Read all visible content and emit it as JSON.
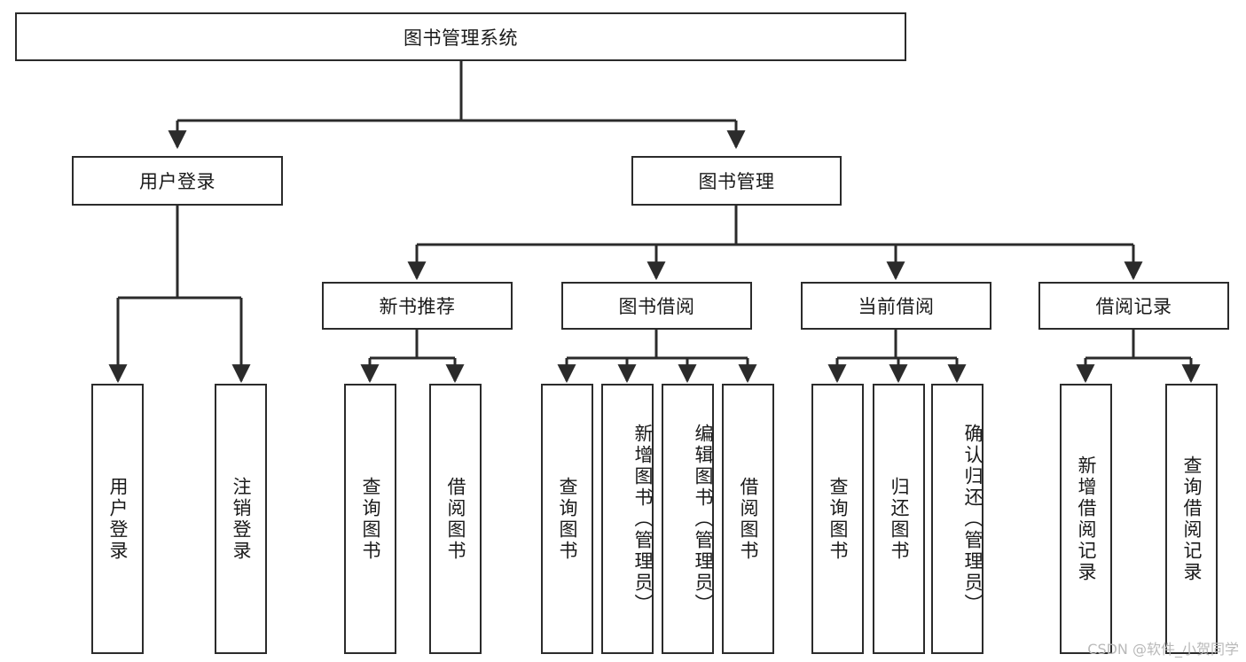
{
  "diagram": {
    "title": "图书管理系统",
    "watermark": "CSDN @软件_小贺同学",
    "stroke_color": "#2b2b2b",
    "background_color": "#ffffff",
    "text_color": "#1a1a1a",
    "watermark_color": "#b9b9b9"
  },
  "chart_data": {
    "type": "tree",
    "title": "图书管理系统",
    "root": "图书管理系统",
    "levels": 4,
    "nodes": [
      {
        "id": "root",
        "label": "图书管理系统",
        "level": 0,
        "parent": null
      },
      {
        "id": "login",
        "label": "用户登录",
        "level": 1,
        "parent": "root"
      },
      {
        "id": "bookmgmt",
        "label": "图书管理",
        "level": 1,
        "parent": "root"
      },
      {
        "id": "newbook",
        "label": "新书推荐",
        "level": 2,
        "parent": "bookmgmt"
      },
      {
        "id": "borrow",
        "label": "图书借阅",
        "level": 2,
        "parent": "bookmgmt"
      },
      {
        "id": "current",
        "label": "当前借阅",
        "level": 2,
        "parent": "bookmgmt"
      },
      {
        "id": "records",
        "label": "借阅记录",
        "level": 2,
        "parent": "bookmgmt"
      },
      {
        "id": "l1",
        "label": "用户登录",
        "level": 3,
        "parent": "login"
      },
      {
        "id": "l2",
        "label": "注销登录",
        "level": 3,
        "parent": "login"
      },
      {
        "id": "n1",
        "label": "查询图书",
        "level": 3,
        "parent": "newbook"
      },
      {
        "id": "n2",
        "label": "借阅图书",
        "level": 3,
        "parent": "newbook"
      },
      {
        "id": "b1",
        "label": "查询图书",
        "level": 3,
        "parent": "borrow"
      },
      {
        "id": "b2",
        "label": "新增图书（管理员）",
        "level": 3,
        "parent": "borrow"
      },
      {
        "id": "b3",
        "label": "编辑图书（管理员）",
        "level": 3,
        "parent": "borrow"
      },
      {
        "id": "b4",
        "label": "借阅图书",
        "level": 3,
        "parent": "borrow"
      },
      {
        "id": "c1",
        "label": "查询图书",
        "level": 3,
        "parent": "current"
      },
      {
        "id": "c2",
        "label": "归还图书",
        "level": 3,
        "parent": "current"
      },
      {
        "id": "c3",
        "label": "确认归还（管理员）",
        "level": 3,
        "parent": "current"
      },
      {
        "id": "r1",
        "label": "新增借阅记录",
        "level": 3,
        "parent": "records"
      },
      {
        "id": "r2",
        "label": "查询借阅记录",
        "level": 3,
        "parent": "records"
      }
    ]
  },
  "labels": {
    "root": "图书管理系统",
    "login": "用户登录",
    "bookmgmt": "图书管理",
    "newbook": "新书推荐",
    "borrow": "图书借阅",
    "current": "当前借阅",
    "records": "借阅记录",
    "login_c1": "用户登录",
    "login_c2": "注销登录",
    "newbook_c1": "查询图书",
    "newbook_c2": "借阅图书",
    "borrow_c1": "查询图书",
    "borrow_c2": "新增图书（管理员）",
    "borrow_c3": "编辑图书（管理员）",
    "borrow_c4": "借阅图书",
    "current_c1": "查询图书",
    "current_c2": "归还图书",
    "current_c3": "确认归还（管理员）",
    "records_c1": "新增借阅记录",
    "records_c2": "查询借阅记录"
  }
}
